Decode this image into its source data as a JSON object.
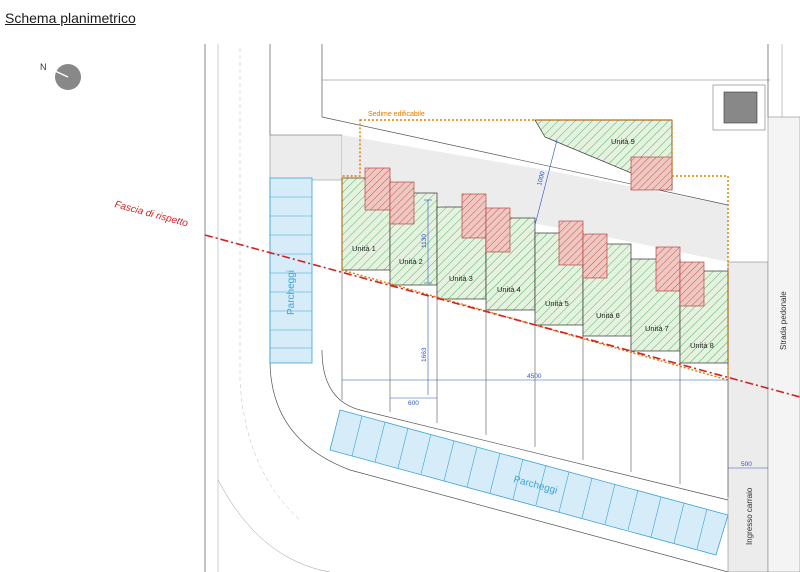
{
  "title": "Schema planimetrico",
  "north_label": "N",
  "fascia_label": "Fascia di rispetto",
  "sedime_label": "Sedime edificabile",
  "parking_labels": [
    "Parcheggi",
    "Parcheggi"
  ],
  "road_labels": {
    "pedonale": "Strada pedonale",
    "carraio": "Ingresso carraio"
  },
  "units": [
    "Unità 1",
    "Unità 2",
    "Unità 3",
    "Unità 4",
    "Unità 5",
    "Unità 6",
    "Unità 7",
    "Unità 8",
    "Unità 9"
  ],
  "dimensions": [
    "1130",
    "1000",
    "1663",
    "600",
    "4500",
    "500"
  ],
  "colors": {
    "unit_hatch": "#3aa34a",
    "unit_fill": "#e4f2df",
    "overhang_hatch": "#c0392b",
    "overhang_fill": "#eec8c2",
    "fascia_line": "#d61f1f",
    "sedime_line": "#e07b00",
    "dimension_line": "#2a56c6",
    "parking_fill": "#d6ecf8",
    "parking_line": "#3aa3d8",
    "road_fill": "#ececec"
  }
}
